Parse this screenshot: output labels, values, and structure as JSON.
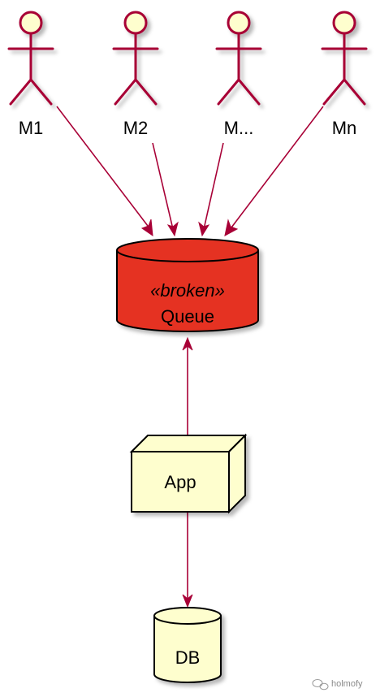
{
  "diagram": {
    "actors": [
      {
        "id": "m1",
        "label": "M1"
      },
      {
        "id": "m2",
        "label": "M2"
      },
      {
        "id": "m3",
        "label": "M..."
      },
      {
        "id": "mn",
        "label": "Mn"
      }
    ],
    "queue": {
      "stereotype": "«broken»",
      "label": "Queue",
      "fill_color": "#E53222"
    },
    "app": {
      "label": "App",
      "fill_color": "#FEFECE"
    },
    "db": {
      "label": "DB",
      "fill_color": "#FEFECE"
    },
    "edges": [
      {
        "from": "m1",
        "to": "queue"
      },
      {
        "from": "m2",
        "to": "queue"
      },
      {
        "from": "m3",
        "to": "queue"
      },
      {
        "from": "mn",
        "to": "queue"
      },
      {
        "from": "app",
        "to": "queue"
      },
      {
        "from": "app",
        "to": "db"
      }
    ],
    "colors": {
      "line": "#A80036",
      "actor_fill": "#FEFECE"
    }
  },
  "watermark": {
    "text": "holmofy"
  }
}
